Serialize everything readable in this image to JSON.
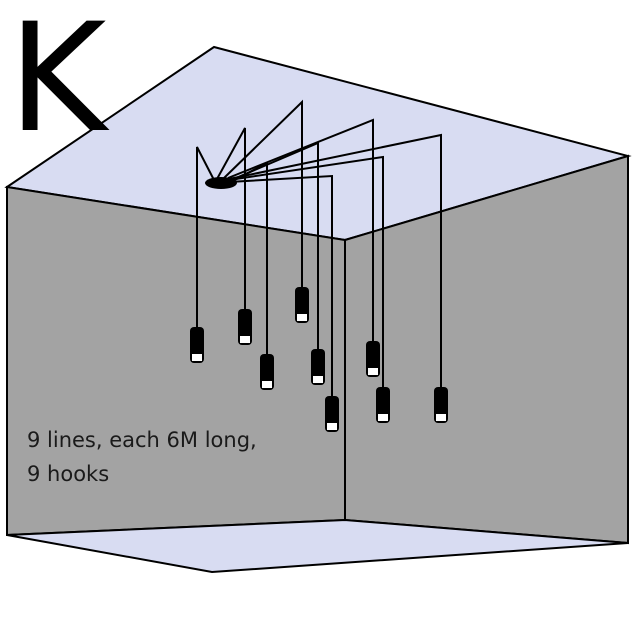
{
  "variant_letter": "K",
  "caption": {
    "line1": "9 lines, each 6M long,",
    "line2": "9 hooks"
  },
  "colors": {
    "ceiling": "#d8dcf2",
    "walls": "#a3a3a3",
    "floor": "#d8dcf2",
    "outline": "#000000",
    "cord": "#000000",
    "lamp_body": "#000000",
    "lamp_tip": "#ffffff"
  },
  "lamp_count": 9
}
